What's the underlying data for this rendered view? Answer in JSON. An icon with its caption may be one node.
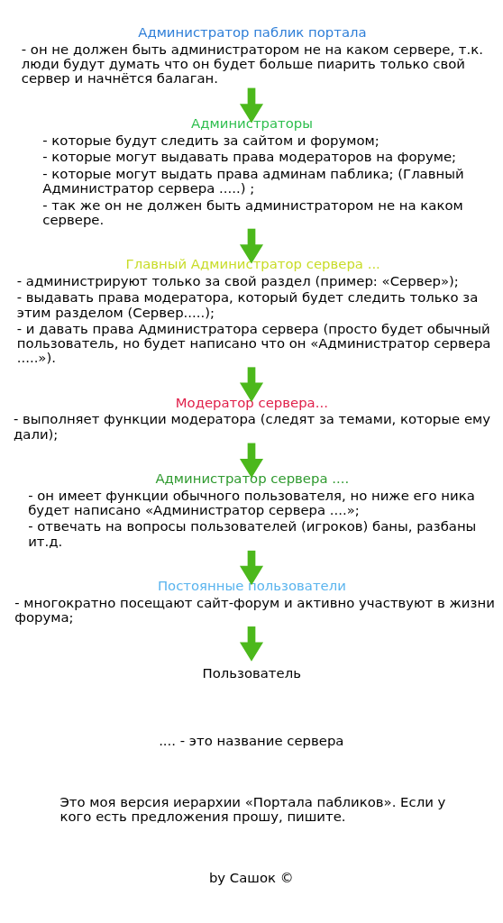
{
  "diagram": {
    "nodes": [
      {
        "text": [
          "Администратор паблик портала",
          "- он не должен быть администратором не на каком сервере, т.к. люди будут думать что он будет больше пиарить только свой сервер и начнётся балаган."
        ]
      },
      {
        "text": [
          "Администраторы",
          "- которые будут следить за сайтом и форумом;",
          "- которые могут выдавать права модераторов на форуме;",
          "- которые могут выдать права админам паблика; (Главный Администратор сервера .....) ;",
          "- так же он не должен быть администратором не на каком сервере."
        ]
      },
      {
        "text": [
          "Главный Администратор сервера ...",
          "- администрируют только за свой раздел (пример: «Сервер»);",
          "- выдавать права модератора, который будет следить только за этим разделом (Сервер.....);",
          "- и давать права Администратора сервера (просто будет обычный пользователь, но будет написано что он «Администратор сервера .....»)."
        ]
      },
      {
        "text": [
          "Модератор сервера...",
          "- выполняет функции модератора (следят за темами, которые ему дали);"
        ]
      },
      {
        "text": [
          "Администратор сервера ....",
          "- он имеет функции обычного пользователя, но ниже его ника будет написано «Администратор сервера ....»;",
          "- отвечать на вопросы пользователей (игроков) баны, разбаны ит.д."
        ]
      },
      {
        "text": [
          "Постоянные пользователи",
          "- многократно посещают сайт-форум и активно участвуют в жизни форума;"
        ]
      },
      {
        "text": [
          "Пользователь"
        ]
      }
    ],
    "edges": [
      {
        "from": 0,
        "to": 1,
        "arrow": "to"
      },
      {
        "from": 1,
        "to": 2,
        "arrow": "to"
      },
      {
        "from": 2,
        "to": 3,
        "arrow": "to"
      },
      {
        "from": 3,
        "to": 4,
        "arrow": "to"
      },
      {
        "from": 4,
        "to": 5,
        "arrow": "to"
      },
      {
        "from": 5,
        "to": 6,
        "arrow": "to"
      }
    ],
    "labels": [
      ".... - это название сервера",
      "Это моя версия иерархии «Портала пабликов». Если у кого есть предложения прошу, пишите.",
      "by Сашок ©"
    ]
  }
}
